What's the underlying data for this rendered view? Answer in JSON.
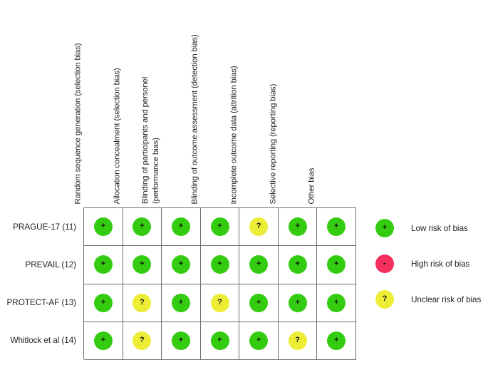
{
  "chart_data": {
    "type": "heatmap",
    "title": "",
    "xlabel": "",
    "ylabel": "",
    "grid": true,
    "legend_position": "right",
    "categories": [
      "Random sequence generation (selection bias)",
      "Allocation concealment (selection bias)",
      "Blinding of participants and personel (performance bias)",
      "Blinding of outcome assessment (detection bias)",
      "Incomplete outcome data (attrition bias)",
      "Selective reporting (reporting bias)",
      "Other bias"
    ],
    "studies": [
      "PRAGUE-17 (11)",
      "PREVAIL (12)",
      "PROTECT-AF (13)",
      "Whitlock et al (14)"
    ],
    "values": [
      [
        "low",
        "low",
        "low",
        "low",
        "unclear",
        "low",
        "low"
      ],
      [
        "low",
        "low",
        "low",
        "low",
        "low",
        "low",
        "low"
      ],
      [
        "low",
        "unclear",
        "low",
        "unclear",
        "low",
        "low",
        "low"
      ],
      [
        "low",
        "unclear",
        "low",
        "low",
        "low",
        "unclear",
        "low"
      ]
    ],
    "value_symbols": {
      "low": "+",
      "high": "-",
      "unclear": "?"
    },
    "value_colors": {
      "low": "#33CC11",
      "high": "#F5305E",
      "unclear": "#EDED35"
    }
  },
  "columns": [
    {
      "lines": [
        "Random sequence generation (selection bias)"
      ]
    },
    {
      "lines": [
        "Allocation concealment (selection bias)"
      ]
    },
    {
      "lines": [
        "Blinding of participants and personel",
        "(performance bias)"
      ]
    },
    {
      "lines": [
        "Blinding of outcome assessment (detection bias)"
      ]
    },
    {
      "lines": [
        "Incomplete outcome data (attrition bias)"
      ]
    },
    {
      "lines": [
        "Selective reporting (reporting bias)"
      ]
    },
    {
      "lines": [
        "Other bias"
      ]
    }
  ],
  "rows": [
    {
      "label": "PRAGUE-17 (11)",
      "cells": [
        "low",
        "low",
        "low",
        "low",
        "unclear",
        "low",
        "low"
      ]
    },
    {
      "label": "PREVAIL (12)",
      "cells": [
        "low",
        "low",
        "low",
        "low",
        "low",
        "low",
        "low"
      ]
    },
    {
      "label": "PROTECT-AF (13)",
      "cells": [
        "low",
        "unclear",
        "low",
        "unclear",
        "low",
        "low",
        "low"
      ]
    },
    {
      "label": "Whitlock et al (14)",
      "cells": [
        "low",
        "unclear",
        "low",
        "low",
        "low",
        "unclear",
        "low"
      ]
    }
  ],
  "legend": [
    {
      "kind": "low",
      "symbol": "+",
      "label": "Low risk of bias",
      "color": "#33CC11"
    },
    {
      "kind": "high",
      "symbol": "-",
      "label": "High risk of bias",
      "color": "#F5305E"
    },
    {
      "kind": "unclear",
      "symbol": "?",
      "label": "Unclear risk of bias",
      "color": "#EDED35"
    }
  ],
  "symbols": {
    "low": "+",
    "high": "-",
    "unclear": "?"
  }
}
